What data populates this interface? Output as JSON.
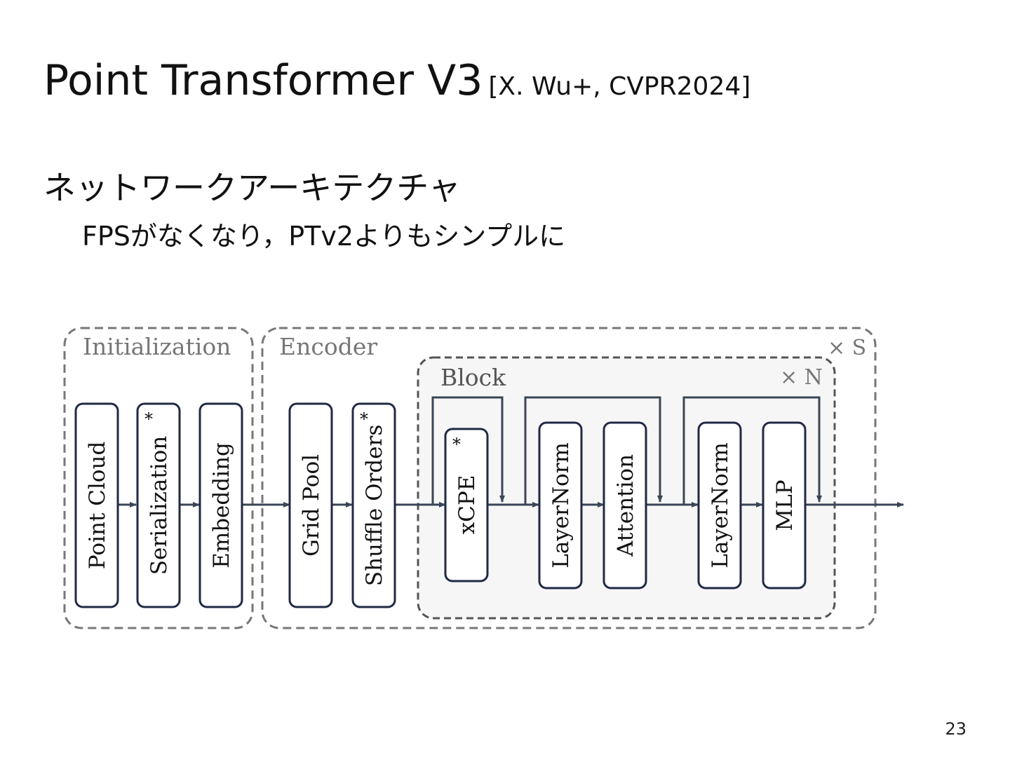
{
  "title": "Point Transformer V3",
  "citation": "[X. Wu+, CVPR2024]",
  "heading": "ネットワークアーキテクチャ",
  "subpoint": "FPSがなくなり，PTv2よりもシンプルに",
  "page_number": "23",
  "diagram": {
    "initialization": {
      "label": "Initialization",
      "boxes": [
        "Point Cloud",
        "Serialization",
        "Embedding"
      ]
    },
    "encoder": {
      "label": "Encoder",
      "repeat": "× S",
      "boxes": [
        "Grid Pool",
        "Shuffle Orders"
      ],
      "block": {
        "label": "Block",
        "repeat": "× N",
        "boxes": [
          "xCPE",
          "LayerNorm",
          "Attention",
          "LayerNorm",
          "MLP"
        ]
      }
    },
    "star_marker": "*"
  }
}
